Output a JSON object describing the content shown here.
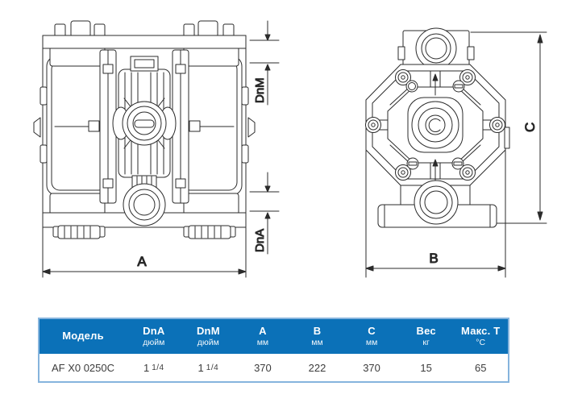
{
  "diagram": {
    "labels": {
      "a": "A",
      "b": "B",
      "c": "C",
      "dnm": "DnM",
      "dna": "DnA"
    }
  },
  "table": {
    "columns": [
      {
        "label": "Модель",
        "sub": ""
      },
      {
        "label": "DnA",
        "sub": "дюйм"
      },
      {
        "label": "DnM",
        "sub": "дюйм"
      },
      {
        "label": "A",
        "sub": "мм"
      },
      {
        "label": "B",
        "sub": "мм"
      },
      {
        "label": "C",
        "sub": "мм"
      },
      {
        "label": "Вес",
        "sub": "кг"
      },
      {
        "label": "Макс. Т",
        "sub": "°С"
      }
    ],
    "row": {
      "model": "AF X0 0250C",
      "dna": {
        "whole": "1",
        "frac": "1/4"
      },
      "dnm": {
        "whole": "1",
        "frac": "1/4"
      },
      "a": "370",
      "b": "222",
      "c": "370",
      "weight": "15",
      "max_t": "65"
    }
  },
  "colors": {
    "header_bg": "#0b71b8",
    "table_border": "#86b4dd",
    "line": "#2b2b2b"
  }
}
